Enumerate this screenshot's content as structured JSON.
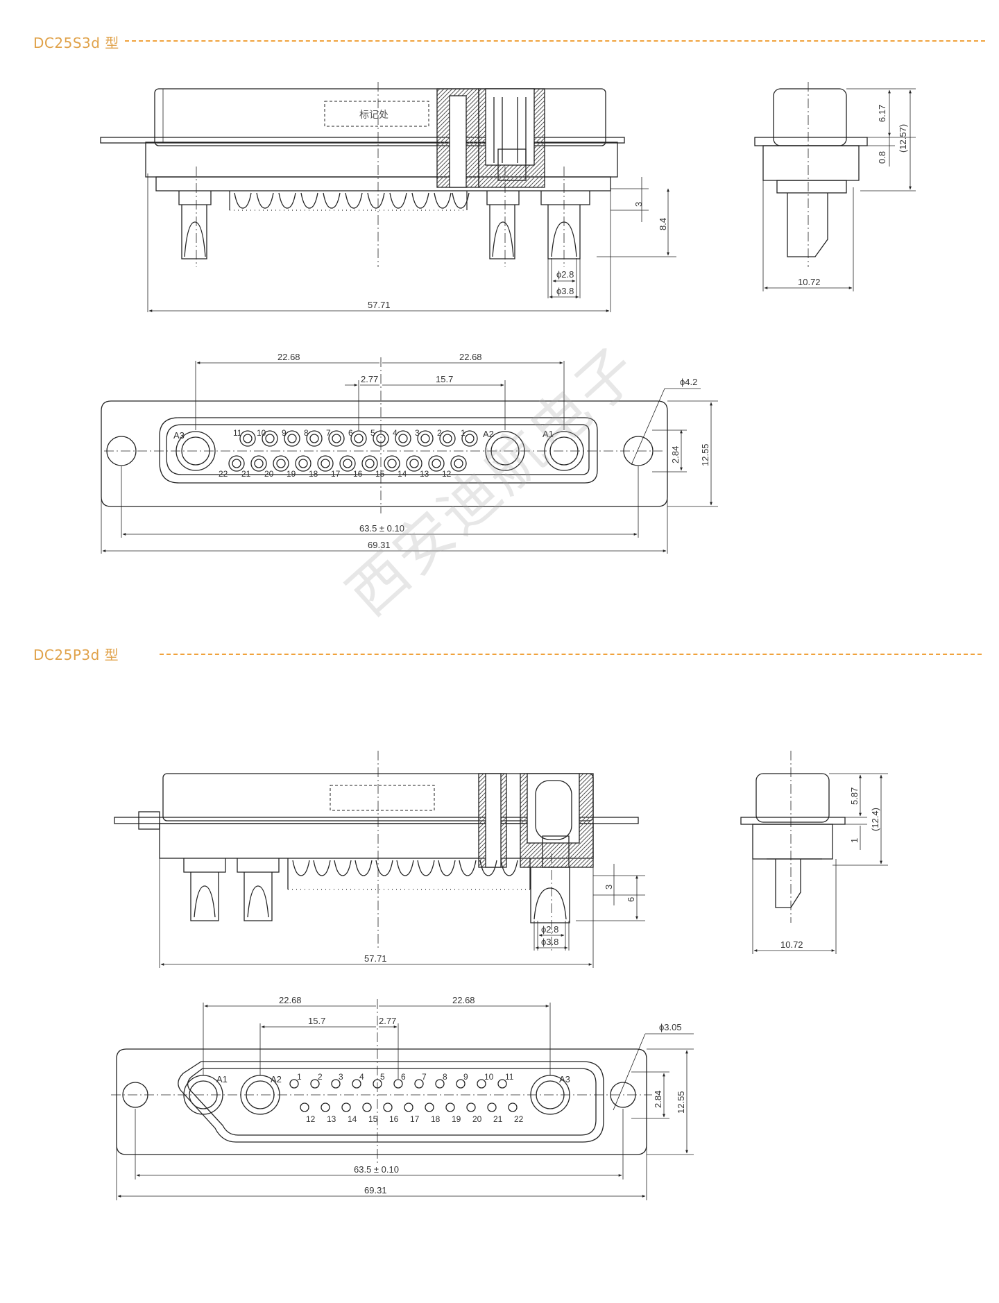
{
  "section1": {
    "title": "DC25S3d 型",
    "side_view": {
      "mark_label": "标记处",
      "dims": {
        "overall": "57.71",
        "dim_3": "3",
        "dim_8_4": "8.4",
        "dia_2_8": "ϕ2.8",
        "dia_3_8": "ϕ3.8"
      }
    },
    "end_view": {
      "dims": {
        "h1": "6.17",
        "h2": "(12.57)",
        "h3": "0.8",
        "width": "10.72"
      }
    },
    "face_view": {
      "dims": {
        "left_span": "22.68",
        "right_span": "22.68",
        "pitch": "2.77",
        "mid_span": "15.7",
        "hole_dia": "ϕ4.2",
        "row_gap": "2.84",
        "height": "12.55",
        "hole_span": "63.5 ± 0.10",
        "overall": "69.31"
      },
      "top_row": [
        "11",
        "10",
        "9",
        "8",
        "7",
        "6",
        "5",
        "4",
        "3",
        "2",
        "1"
      ],
      "bottom_row": [
        "22",
        "21",
        "20",
        "19",
        "18",
        "17",
        "16",
        "15",
        "14",
        "13",
        "12"
      ],
      "coax": [
        "A3",
        "A2",
        "A1"
      ]
    }
  },
  "section2": {
    "title": "DC25P3d 型",
    "side_view": {
      "dims": {
        "overall": "57.71",
        "dim_3": "3",
        "dim_6": "6",
        "dia_2_8": "ϕ2.8",
        "dia_3_8": "ϕ3.8"
      }
    },
    "end_view": {
      "dims": {
        "h1": "5.87",
        "h2": "(12.4)",
        "h3": "1",
        "width": "10.72"
      }
    },
    "face_view": {
      "dims": {
        "left_span": "22.68",
        "right_span": "22.68",
        "mid_span": "15.7",
        "pitch": "2.77",
        "hole_dia": "ϕ3.05",
        "row_gap": "2.84",
        "height": "12.55",
        "hole_span": "63.5 ± 0.10",
        "overall": "69.31"
      },
      "top_row": [
        "1",
        "2",
        "3",
        "4",
        "5",
        "6",
        "7",
        "8",
        "9",
        "10",
        "11"
      ],
      "bottom_row": [
        "12",
        "13",
        "14",
        "15",
        "16",
        "17",
        "18",
        "19",
        "20",
        "21",
        "22"
      ],
      "coax": [
        "A1",
        "A2",
        "A3"
      ]
    }
  },
  "watermark": "西安迪航电子",
  "colors": {
    "accent": "#e0a24a",
    "line": "#222222",
    "hatch": "#555555"
  }
}
